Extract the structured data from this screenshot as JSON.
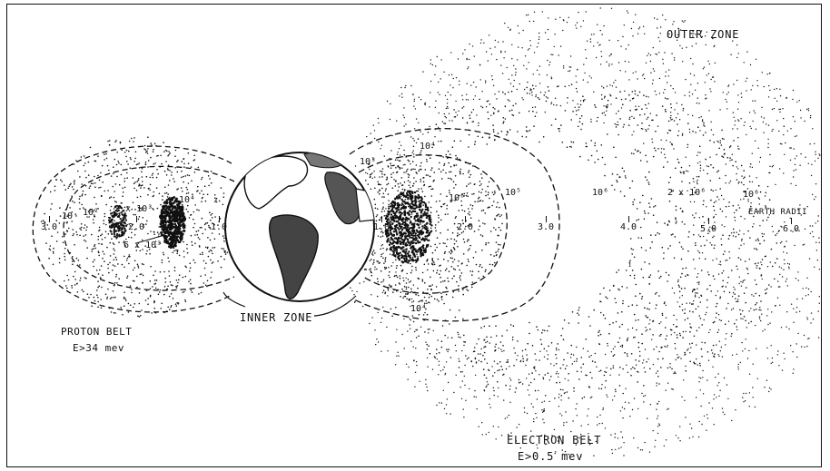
{
  "labels": {
    "outer_zone": "OUTER ZONE",
    "inner_zone": "INNER ZONE",
    "proton_belt_name": "PROTON BELT",
    "proton_belt_energy": "E>34 mev",
    "electron_belt_name": "ELECTRON BELT",
    "electron_belt_energy": "E>0.5 mev",
    "earth_radii": "EARTH RADII"
  },
  "axis_ticks": {
    "left_3": "3.0",
    "left_2": "2.0",
    "left_1": "1.0",
    "right_1": "1.0",
    "right_2": "2.0",
    "right_3": "3.0",
    "right_4": "4.0",
    "right_5": "5.0",
    "right_6": "6.0"
  },
  "proton_contours": {
    "c10": "10",
    "c10_2": "10²",
    "c2x10_3": "2 x 10³",
    "c10_4": "10⁴",
    "c6x10_3": "6 x 10³"
  },
  "electron_contours": {
    "c10_3": "10³",
    "c10_4_top": "10⁴",
    "c10_6_inner": "10⁶",
    "c10_5": "10⁵",
    "c10_6_mid": "10⁶",
    "c2x10_6": "2 x 10⁶",
    "c10_6_outer": "10⁶",
    "c10_4_bottom": "10⁴"
  },
  "colors": {
    "ink": "#111111",
    "paper": "#ffffff"
  }
}
